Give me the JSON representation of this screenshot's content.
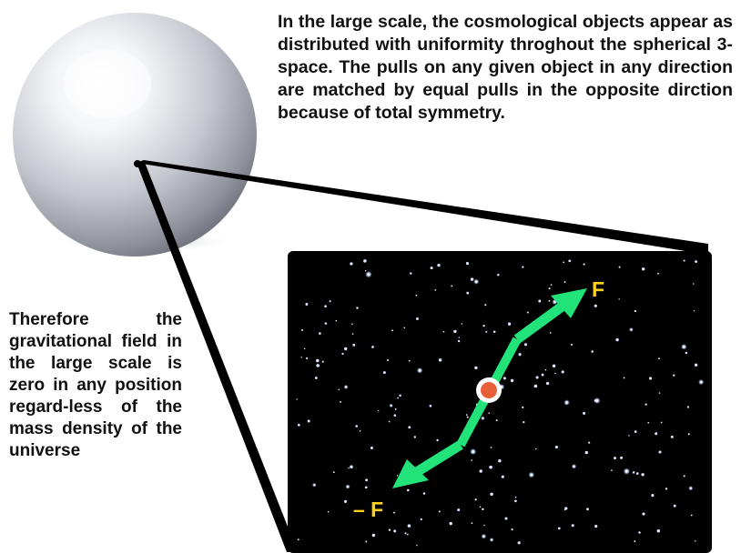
{
  "paragraphs": {
    "top": "In the large scale, the cosmological objects appear as distributed with uniformity throghout the spherical 3-space. The pulls on any given object in any direction are matched by equal pulls in the opposite dirction because of total symmetry.",
    "left": "Therefore the gravitational field in the large scale is zero in any position regard-less of the mass density of the universe"
  },
  "force_labels": {
    "positive": "F",
    "negative": "– F"
  },
  "colors": {
    "arrow": "#22e27a",
    "force_label": "#ffd21a",
    "center_object": "#e8603a",
    "star_panel": "#000000",
    "sphere": "#d6d8df"
  },
  "icons": {
    "sphere": "silver-sphere-universe",
    "zoom_callout": "zoom-trapezoid",
    "center_object": "observed-object-dot"
  }
}
